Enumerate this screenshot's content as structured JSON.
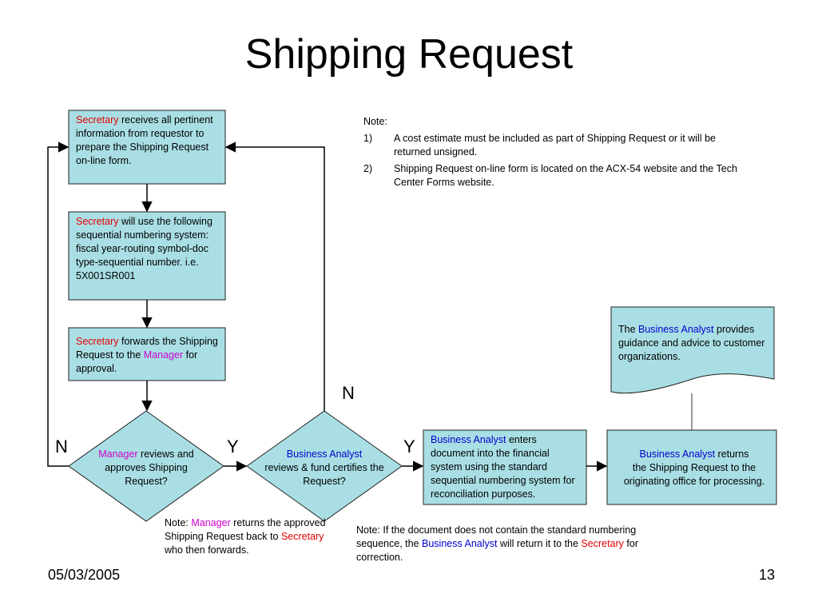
{
  "title": "Shipping Request",
  "steps": {
    "step1": {
      "actor": "Secretary",
      "text": " receives all pertinent information from requestor to prepare the Shipping Request on-line form."
    },
    "step2": {
      "actor": "Secretary",
      "text": " will use the following sequential numbering system: fiscal year-routing symbol-doc type-sequential number. i.e. 5X001SR001"
    },
    "step3": {
      "actor": "Secretary",
      "text_a": " forwards the Shipping Request to the ",
      "manager": "Manager",
      "text_b": " for approval."
    },
    "decision1": {
      "actor": "Manager",
      "text": " reviews and approves Shipping Request?"
    },
    "decision2": {
      "actor": "Business Analyst",
      "text": "reviews & fund certifies the Request?"
    },
    "step4": {
      "actor": "Business Analyst",
      "text": " enters document into the financial system using the standard sequential numbering system for reconciliation purposes."
    },
    "step5": {
      "actor": "Business Analyst",
      "text_a": " returns",
      "text_b": "the Shipping Request to the originating office for processing."
    },
    "advice_doc": {
      "prefix": "The ",
      "actor": "Business Analyst",
      "text": " provides guidance and advice to customer organizations."
    }
  },
  "labels": {
    "n_left": "N",
    "y_mid": "Y",
    "y_right": "Y",
    "n_top": "N"
  },
  "notes": {
    "header": "Note:",
    "items": [
      {
        "num": "1)",
        "text": "A  cost estimate must be included as part of Shipping Request or it will be returned unsigned."
      },
      {
        "num": "2)",
        "text": "Shipping Request on-line form is located on the ACX-54 website and the Tech Center Forms website."
      }
    ],
    "manager_note": {
      "prefix": "Note:  ",
      "manager": "Manager",
      "text_a": " returns the approved Shipping Request back to ",
      "secretary": "Secretary",
      "text_b": " who then forwards."
    },
    "numbering_note": {
      "prefix": "Note:  If the document does not contain the standard numbering sequence, the  ",
      "analyst": "Business Analyst",
      "text_a": " will return it to the ",
      "secretary": "Secretary",
      "text_b": " for correction."
    }
  },
  "footer": {
    "date": "05/03/2005",
    "page": "13"
  },
  "colors": {
    "box_fill": "#a9dfe4",
    "secretary": "#e60000",
    "manager": "#cc00cc",
    "analyst": "#0000cc"
  }
}
